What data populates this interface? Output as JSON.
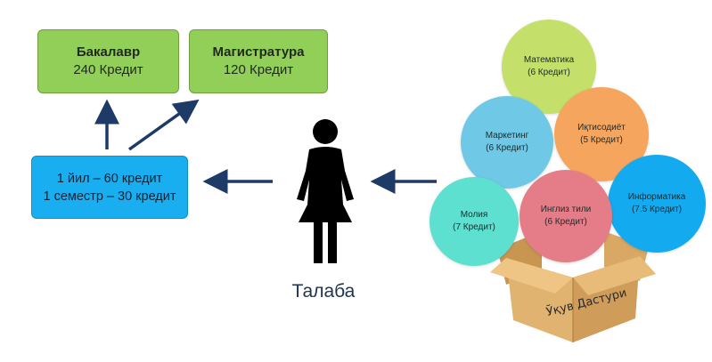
{
  "bachelor": {
    "title": "Бакалавр",
    "credits": "240 Кредит"
  },
  "master": {
    "title": "Магистратура",
    "credits": "120 Кредит"
  },
  "credits_box": {
    "line1": "1 йил – 60 кредит",
    "line2": "1 семестр – 30 кредит"
  },
  "student_label": "Талаба",
  "subjects": [
    {
      "name": "Математика",
      "credits": "(6 Кредит)",
      "color": "#c4e06a"
    },
    {
      "name": "Маркетинг",
      "credits": "(6 Кредит)",
      "color": "#6ec8e6"
    },
    {
      "name": "Иқтисодиёт",
      "credits": "(5 Кредит)",
      "color": "#f6a55e"
    },
    {
      "name": "Информатика",
      "credits": "(7.5 Кредит)",
      "color": "#13aaf0"
    },
    {
      "name": "Молия",
      "credits": "(7 Кредит)",
      "color": "#5de0d0"
    },
    {
      "name": "Инглиз тили",
      "credits": "(6 Кредит)",
      "color": "#e47d87"
    }
  ],
  "curriculum_box_label": "Ўқув Дастури",
  "colors": {
    "green": "#92cf59",
    "blue": "#19aef0",
    "arrow": "#1e3a66"
  }
}
